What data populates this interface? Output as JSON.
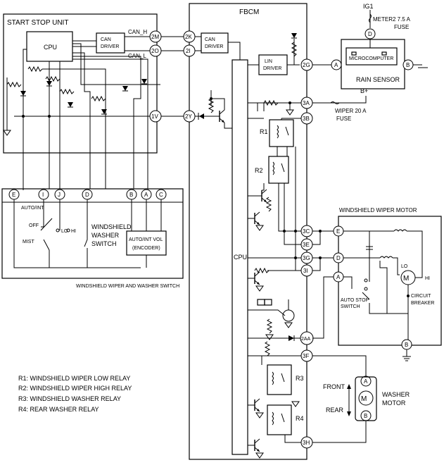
{
  "units": {
    "start_stop": "START STOP UNIT",
    "fbcm": "FBCM",
    "cpu": "CPU",
    "fbcm_cpu": "CPU",
    "can_driver": [
      "CAN",
      "DRIVER"
    ],
    "lin_driver": [
      "LIN",
      "DRIVER"
    ],
    "can_h": "CAN_H",
    "can_l": "CAN_L",
    "rain_sensor": "RAIN SENSOR",
    "microcomputer": "MICROCOMPUTER",
    "switch_caption": "WINDSHIELD WIPER AND WASHER SWITCH",
    "washer_switch": [
      "WINDSHIELD",
      "WASHER",
      "SWITCH"
    ],
    "encoder": [
      "AUTO/INT VOL",
      "(ENCODER)"
    ],
    "wiper_motor": "WINDSHIELD WIPER MOTOR",
    "auto_stop": [
      "AUTO STOP",
      "SWITCH"
    ],
    "circuit_breaker": [
      "CIRCUIT",
      "BREAKER"
    ],
    "washer_motor": [
      "WASHER",
      "MOTOR"
    ]
  },
  "power": {
    "ig1": "IG1",
    "meter_fuse": [
      "METER2 7.5 A",
      "FUSE"
    ],
    "bplus": "B+",
    "wiper_fuse": [
      "WIPER 20 A",
      "FUSE"
    ]
  },
  "terminals": {
    "t2M": "2M",
    "t2O": "2O",
    "t1V": "1V",
    "t2K": "2K",
    "t2I": "2I",
    "t2Y": "2Y",
    "t2G": "2G",
    "t3A": "3A",
    "t3B": "3B",
    "t3C": "3C",
    "t3E": "3E",
    "t3G": "3G",
    "t3I": "3I",
    "t2AA": "2AA",
    "t3F": "3F",
    "t3H": "3H",
    "sw_E": "E",
    "sw_I": "I",
    "sw_J": "J",
    "sw_D": "D",
    "sw_B": "B",
    "sw_A": "A",
    "sw_C": "C",
    "rs_A": "A",
    "rs_B": "B",
    "rs_D": "D",
    "wm_E": "E",
    "wm_D": "D",
    "wm_A": "A",
    "wm_B": "B",
    "wa_A": "A",
    "wa_B": "B"
  },
  "positions": {
    "auto_int": "AUTO/INT",
    "off": "OFF",
    "lo": "LO",
    "hi": "HI",
    "mist": "MIST",
    "motor_lo": "LO",
    "motor_hi": "HI",
    "front": "FRONT",
    "rear": "REAR"
  },
  "relays": {
    "r1": "R1",
    "r2": "R2",
    "r3": "R3",
    "r4": "R4"
  },
  "legend": [
    "R1: WINDSHIELD WIPER LOW RELAY",
    "R2: WINDSHIELD WIPER HIGH RELAY",
    "R3: WINDSHIELD WASHER RELAY",
    "R4: REAR WASHER RELAY"
  ],
  "icons": {
    "motor": "motor-icon",
    "ground": "ground-icon",
    "fuse": "fuse-icon",
    "diode": "diode-icon",
    "transistor": "transistor-icon",
    "relay": "relay-icon",
    "coil": "coil-icon"
  }
}
